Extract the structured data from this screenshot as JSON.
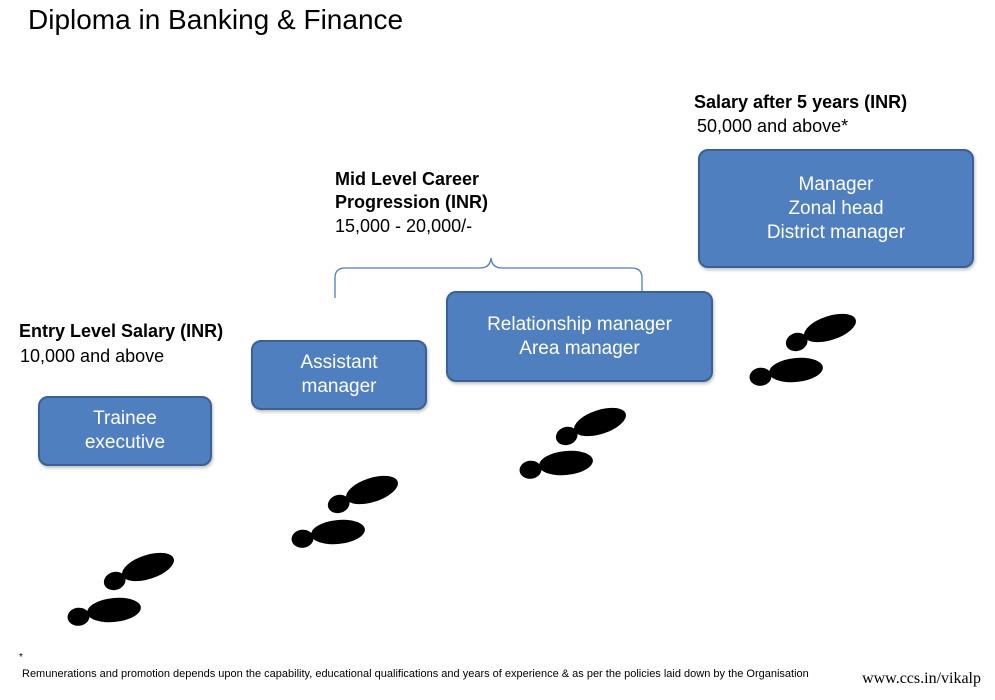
{
  "title": "Diploma in Banking & Finance",
  "levels": {
    "entry": {
      "heading": "Entry Level Salary (INR)",
      "salary": "10,000 and above",
      "roles": [
        "Trainee",
        "executive"
      ]
    },
    "mid": {
      "heading_line1": "Mid Level Career",
      "heading_line2": "Progression (INR)",
      "salary": "15,000 - 20,000/-",
      "roles_a": [
        "Assistant",
        "manager"
      ],
      "roles_b": [
        "Relationship manager",
        "Area manager"
      ]
    },
    "senior": {
      "heading": "Salary after 5 years (INR)",
      "salary": "50,000 and above*",
      "roles": [
        "Manager",
        "Zonal head",
        "District manager"
      ]
    }
  },
  "footnote": {
    "marker": "*",
    "text": "Remunerations and promotion depends upon the capability, educational qualifications and years of experience & as per the policies laid down by the Organisation"
  },
  "url": "www.ccs.in/vikalp",
  "colors": {
    "box_fill": "#4f7fbe",
    "box_border": "#3a6194",
    "footprint": "#000000"
  }
}
